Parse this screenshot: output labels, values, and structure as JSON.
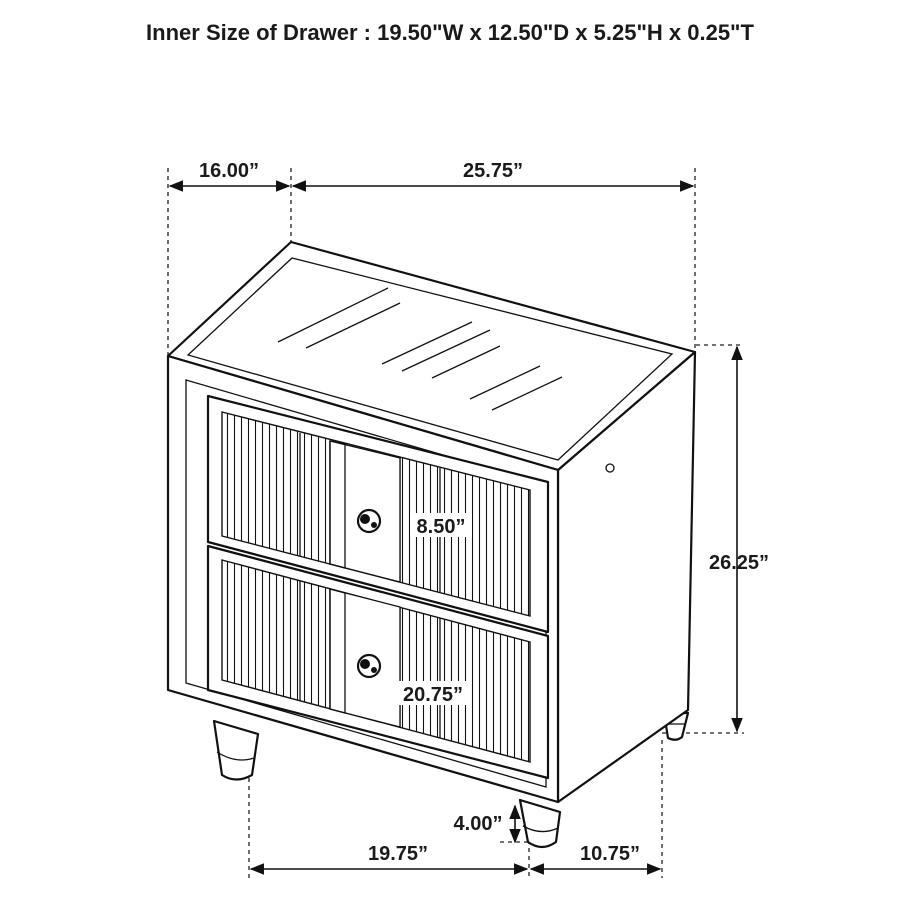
{
  "title": "Inner Size of Drawer : 19.50\"W x 12.50\"D x 5.25\"H x 0.25\"T",
  "dimensions": {
    "depth": "16.00”",
    "width": "25.75”",
    "height": "26.25”",
    "drawer_height": "8.50”",
    "drawer_width": "20.75”",
    "leg_height": "4.00”",
    "bottom_front": "19.75”",
    "bottom_side": "10.75”"
  },
  "colors": {
    "line": "#111111",
    "background": "#ffffff"
  }
}
